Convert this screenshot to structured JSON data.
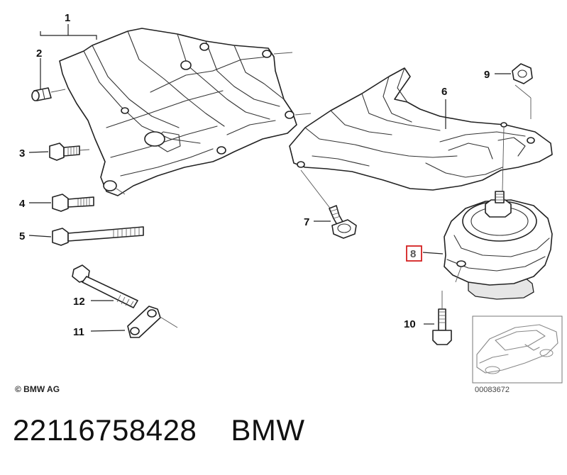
{
  "diagram": {
    "callouts": [
      "1",
      "2",
      "3",
      "4",
      "5",
      "6",
      "7",
      "8",
      "9",
      "10",
      "11",
      "12"
    ],
    "highlighted_callout": "8",
    "highlight_color": "#d42020",
    "copyright": "© BMW AG",
    "image_number": "00083672"
  },
  "footer": {
    "part_number": "22116758428",
    "brand": "BMW"
  }
}
